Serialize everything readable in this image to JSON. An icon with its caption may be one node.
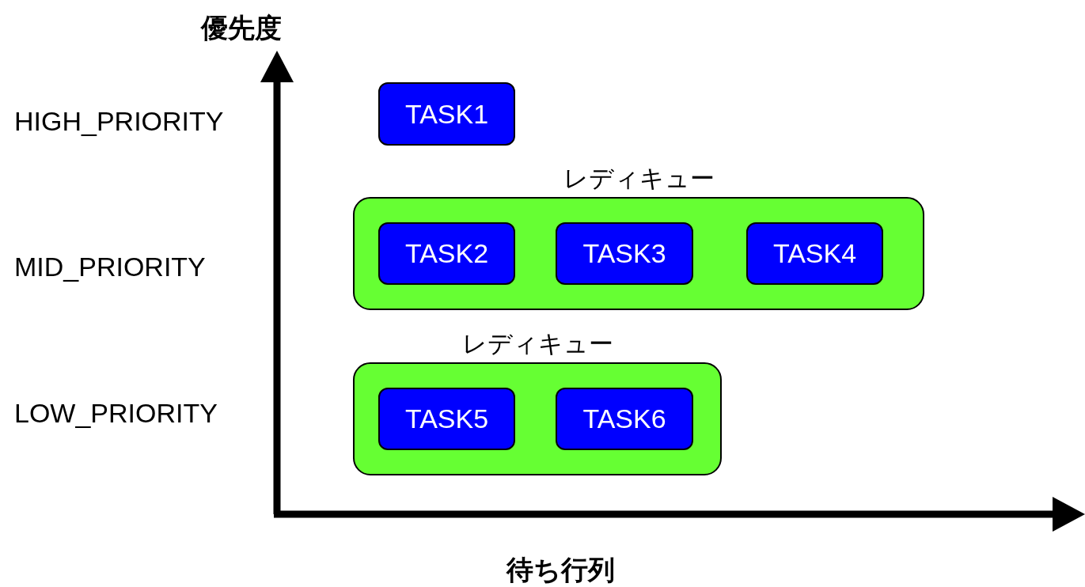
{
  "diagram": {
    "nodes": [
      {
        "text": [
          "TASK1"
        ]
      },
      {
        "text": [
          "レディキュー"
        ]
      },
      {
        "text": [
          "TASK2"
        ],
        "in": 1
      },
      {
        "text": [
          "TASK3"
        ],
        "in": 1
      },
      {
        "text": [
          "TASK4"
        ],
        "in": 1
      },
      {
        "text": [
          "レディキュー"
        ]
      },
      {
        "text": [
          "TASK5"
        ],
        "in": 5
      },
      {
        "text": [
          "TASK6"
        ],
        "in": 5
      }
    ],
    "edges": [],
    "labels": [
      "優先度",
      "HIGH_PRIORITY",
      "MID_PRIORITY",
      "LOW_PRIORITY",
      "待ち行列"
    ]
  }
}
